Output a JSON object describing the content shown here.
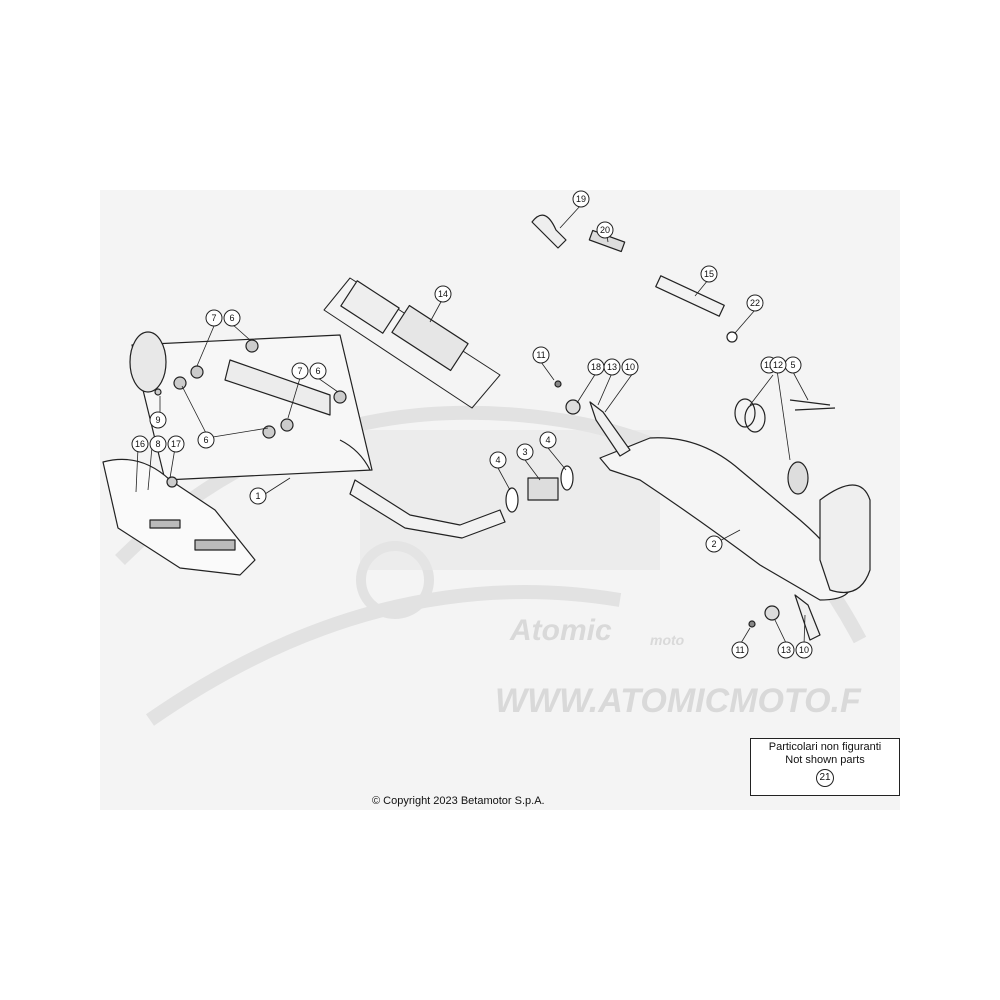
{
  "copyright": "© Copyright 2023 Betamotor S.p.A.",
  "note_box": {
    "line1": "Particolari non figuranti",
    "line2": "Not shown parts",
    "number": "21"
  },
  "watermark": {
    "brand": "Atomic",
    "sub": "moto",
    "url": "WWW.ATOMICMOTO.F"
  },
  "callouts": [
    "1",
    "2",
    "3",
    "4",
    "4",
    "5",
    "6",
    "6",
    "6",
    "7",
    "7",
    "8",
    "9",
    "10",
    "10",
    "11",
    "11",
    "12",
    "12",
    "13",
    "13",
    "14",
    "15",
    "16",
    "17",
    "18",
    "19",
    "20",
    "22"
  ]
}
